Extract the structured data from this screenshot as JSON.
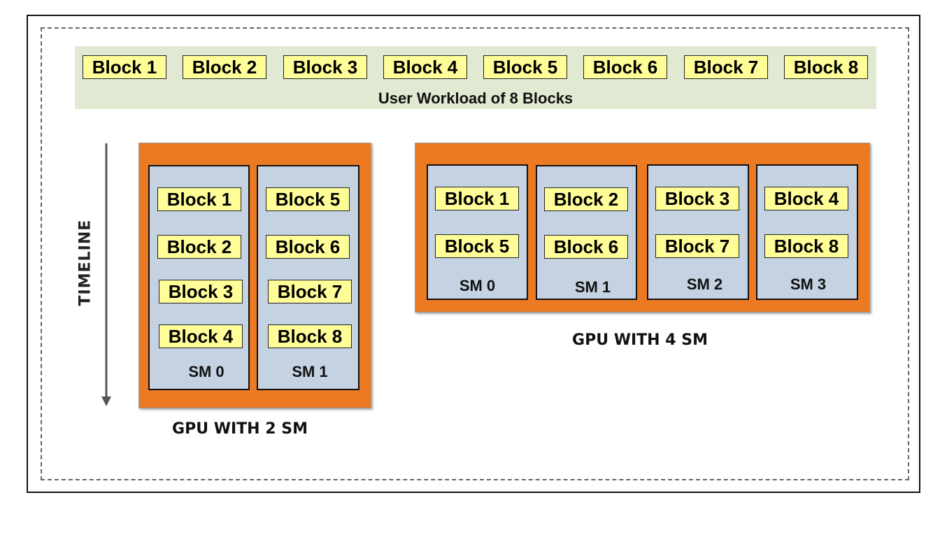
{
  "workload": {
    "blocks": [
      "Block 1",
      "Block 2",
      "Block 3",
      "Block 4",
      "Block 5",
      "Block 6",
      "Block 7",
      "Block 8"
    ],
    "label": "User Workload of 8 Blocks"
  },
  "timeline": {
    "label": "TIMELINE"
  },
  "gpu2": {
    "label": "GPU WITH 2 SM",
    "sms": [
      {
        "name": "SM 0",
        "blocks": [
          "Block 1",
          "Block 2",
          "Block 3",
          "Block 4"
        ]
      },
      {
        "name": "SM 1",
        "blocks": [
          "Block 5",
          "Block 6",
          "Block 7",
          "Block 8"
        ]
      }
    ]
  },
  "gpu4": {
    "label": "GPU WITH 4 SM",
    "sms": [
      {
        "name": "SM 0",
        "blocks": [
          "Block 1",
          "Block 5"
        ]
      },
      {
        "name": "SM 1",
        "blocks": [
          "Block 2",
          "Block 6"
        ]
      },
      {
        "name": "SM 2",
        "blocks": [
          "Block 3",
          "Block 7"
        ]
      },
      {
        "name": "SM 3",
        "blocks": [
          "Block 4",
          "Block 8"
        ]
      }
    ]
  },
  "colors": {
    "block": "#fefd98",
    "workload_bg": "#e1e9d2",
    "gpu": "#ec7a22",
    "sm": "#c5d2e2"
  }
}
